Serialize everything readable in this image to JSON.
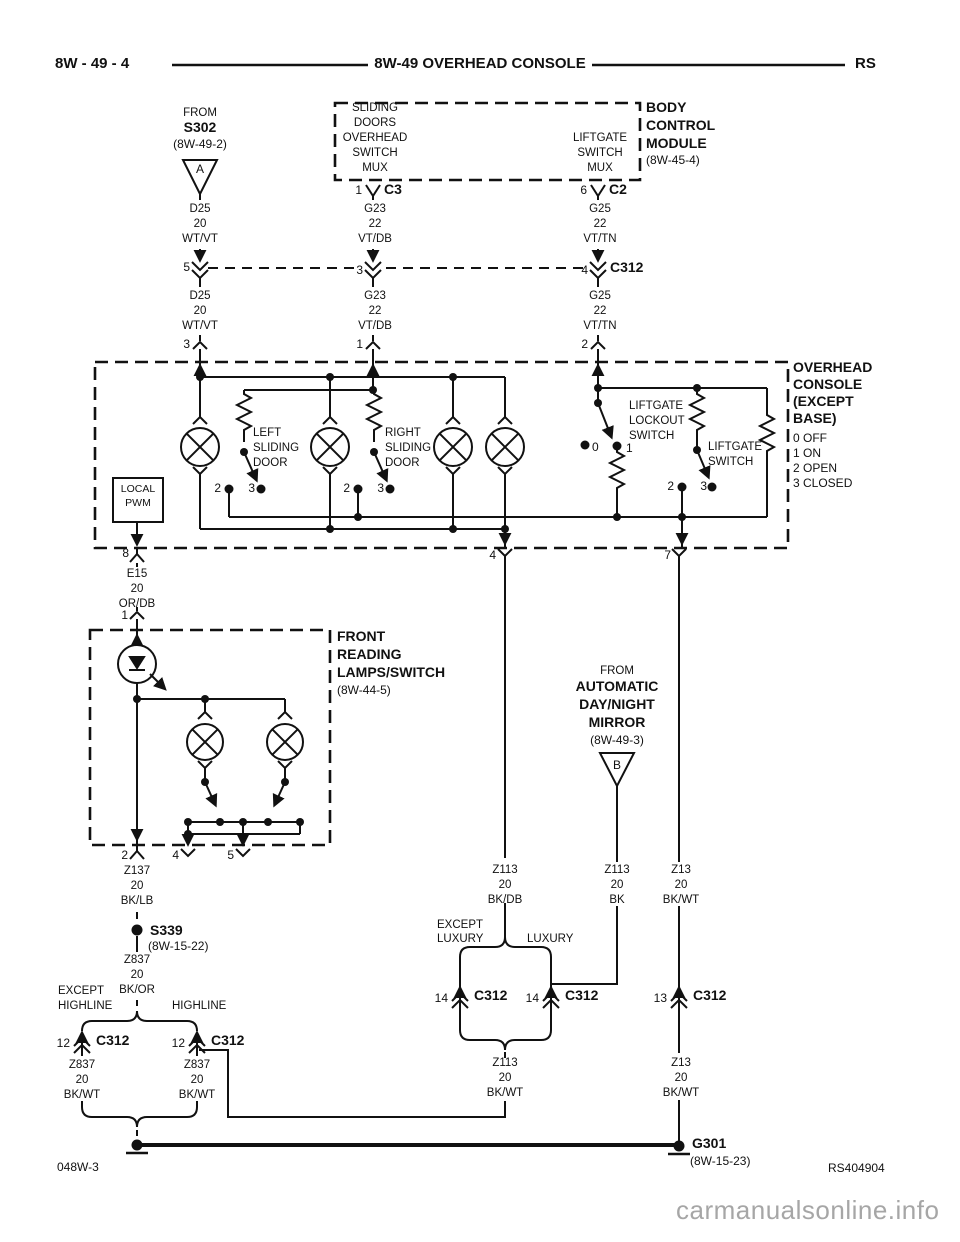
{
  "header": {
    "left": "8W - 49 - 4",
    "title": "8W-49 OVERHEAD CONSOLE",
    "right": "RS"
  },
  "footer": {
    "sheet": "048W-3",
    "code": "RS404904",
    "watermark": "carmanualsonline.info"
  },
  "source_a": {
    "from": "FROM",
    "name": "S302",
    "ref": "(8W-49-2)",
    "tag": "A"
  },
  "source_b": {
    "from": "FROM",
    "name1": "AUTOMATIC",
    "name2": "DAY/NIGHT",
    "name3": "MIRROR",
    "ref": "(8W-49-3)",
    "tag": "B"
  },
  "bcm": {
    "name1": "BODY",
    "name2": "CONTROL",
    "name3": "MODULE",
    "ref": "(8W-45-4)",
    "sliding_mux": {
      "l1": "SLIDING",
      "l2": "DOORS",
      "l3": "OVERHEAD",
      "l4": "SWITCH",
      "l5": "MUX"
    },
    "liftgate_mux": {
      "l1": "LIFTGATE",
      "l2": "SWITCH",
      "l3": "MUX"
    },
    "c3": {
      "pin": "1",
      "name": "C3"
    },
    "c2": {
      "pin": "6",
      "name": "C2"
    }
  },
  "c312_top": {
    "name": "C312",
    "pin_a": "5",
    "pin_b": "3",
    "pin_c": "4"
  },
  "wires": {
    "d25_1": {
      "circuit": "D25",
      "gauge": "20",
      "color": "WT/VT"
    },
    "d25_2": {
      "circuit": "D25",
      "gauge": "20",
      "color": "WT/VT"
    },
    "g23_1": {
      "circuit": "G23",
      "gauge": "22",
      "color": "VT/DB"
    },
    "g23_2": {
      "circuit": "G23",
      "gauge": "22",
      "color": "VT/DB"
    },
    "g25_1": {
      "circuit": "G25",
      "gauge": "22",
      "color": "VT/TN"
    },
    "g25_2": {
      "circuit": "G25",
      "gauge": "22",
      "color": "VT/TN"
    },
    "e15": {
      "circuit": "E15",
      "gauge": "20",
      "color": "OR/DB"
    },
    "z137": {
      "circuit": "Z137",
      "gauge": "20",
      "color": "BK/LB"
    },
    "z837_or": {
      "circuit": "Z837",
      "gauge": "20",
      "color": "BK/OR"
    },
    "z837_wt_left": {
      "circuit": "Z837",
      "gauge": "20",
      "color": "BK/WT"
    },
    "z837_wt_right": {
      "circuit": "Z837",
      "gauge": "20",
      "color": "BK/WT"
    },
    "z113_db": {
      "circuit": "Z113",
      "gauge": "20",
      "color": "BK/DB"
    },
    "z113_bk": {
      "circuit": "Z113",
      "gauge": "20",
      "color": "BK"
    },
    "z113_wt": {
      "circuit": "Z113",
      "gauge": "20",
      "color": "BK/WT"
    },
    "z13_1": {
      "circuit": "Z13",
      "gauge": "20",
      "color": "BK/WT"
    },
    "z13_2": {
      "circuit": "Z13",
      "gauge": "20",
      "color": "BK/WT"
    }
  },
  "console": {
    "pin_in_a": "3",
    "pin_in_b": "1",
    "pin_in_c": "2",
    "pin_out_a": "8",
    "pin_out_b": "4",
    "pin_out_c": "7",
    "name1": "OVERHEAD",
    "name2": "CONSOLE",
    "name3": "(EXCEPT",
    "name4": "BASE)",
    "legend1": "0 OFF",
    "legend2": "1 ON",
    "legend3": "2 OPEN",
    "legend4": "3 CLOSED",
    "local_pwm1": "LOCAL",
    "local_pwm2": "PWM",
    "left_door": {
      "l1": "LEFT",
      "l2": "SLIDING",
      "l3": "DOOR",
      "c2": "2",
      "c3": "3"
    },
    "right_door": {
      "l1": "RIGHT",
      "l2": "SLIDING",
      "l3": "DOOR",
      "c2": "2",
      "c3": "3"
    },
    "lockout": {
      "l1": "LIFTGATE",
      "l2": "LOCKOUT",
      "l3": "SWITCH",
      "c0": "0",
      "c1": "1"
    },
    "liftgate": {
      "l1": "LIFTGATE",
      "l2": "SWITCH",
      "c2": "2",
      "c3": "3"
    }
  },
  "reading": {
    "pin_in": "1",
    "pin_out_a": "2",
    "pin_out_b": "4",
    "pin_out_c": "5",
    "name1": "FRONT",
    "name2": "READING",
    "name3": "LAMPS/SWITCH",
    "ref": "(8W-44-5)"
  },
  "s339": {
    "name": "S339",
    "ref": "(8W-15-22)"
  },
  "g301": {
    "name": "G301",
    "ref": "(8W-15-23)"
  },
  "variants": {
    "except_highline1": "EXCEPT",
    "except_highline2": "HIGHLINE",
    "highline": "HIGHLINE",
    "except_luxury1": "EXCEPT",
    "except_luxury2": "LUXURY",
    "luxury": "LUXURY"
  },
  "c312_bottom": {
    "name": "C312",
    "pin_hl_left": "12",
    "pin_hl_right": "12",
    "pin_lux_left": "14",
    "pin_lux_right": "14",
    "pin_z13": "13"
  }
}
